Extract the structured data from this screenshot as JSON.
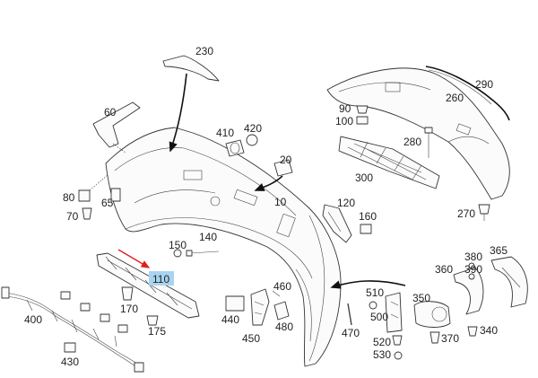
{
  "diagram": {
    "highlight_color": "#a9d4f0",
    "arrow_color": "#e02020",
    "callouts": {
      "p10": "10",
      "p20": "20",
      "p60": "60",
      "p65": "65",
      "p70": "70",
      "p80": "80",
      "p90": "90",
      "p100": "100",
      "p110": "110",
      "p120": "120",
      "p140": "140",
      "p150": "150",
      "p160": "160",
      "p170": "170",
      "p175": "175",
      "p230": "230",
      "p260": "260",
      "p270": "270",
      "p280": "280",
      "p290": "290",
      "p300": "300",
      "p340": "340",
      "p350": "350",
      "p360": "360",
      "p365": "365",
      "p370": "370",
      "p380": "380",
      "p390": "390",
      "p400": "400",
      "p410": "410",
      "p420": "420",
      "p430": "430",
      "p440": "440",
      "p450": "450",
      "p460": "460",
      "p470": "470",
      "p480": "480",
      "p500": "500",
      "p510": "510",
      "p520": "520",
      "p530": "530"
    }
  }
}
